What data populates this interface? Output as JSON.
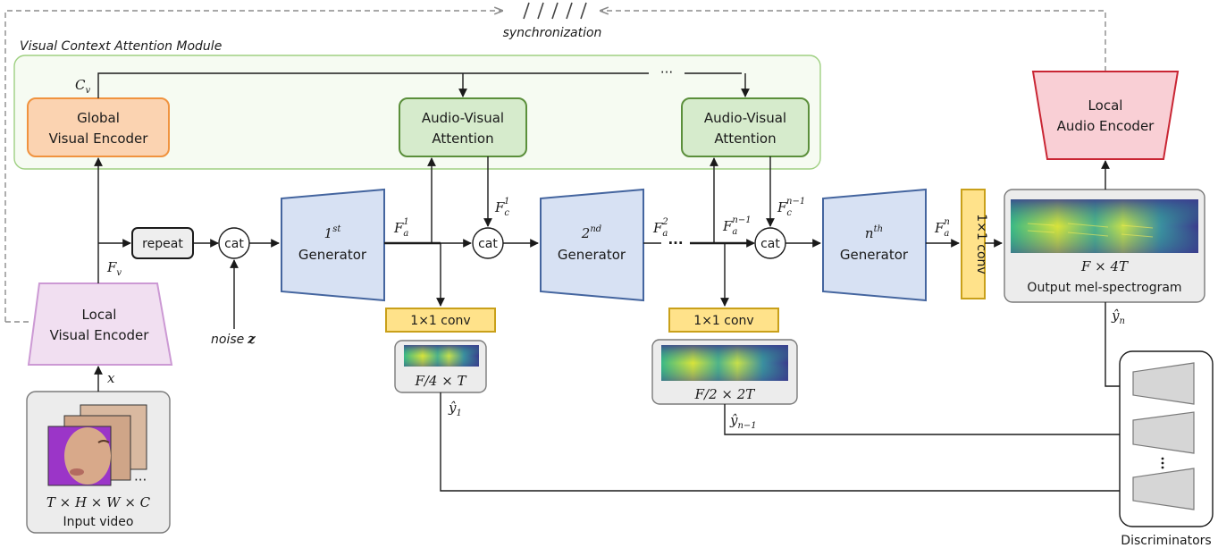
{
  "module_title": "Visual Context Attention Module",
  "sync_label": "synchronization",
  "global_encoder": {
    "line1": "Global",
    "line2": "Visual Encoder"
  },
  "local_visual_encoder": {
    "line1": "Local",
    "line2": "Visual Encoder"
  },
  "local_audio_encoder": {
    "line1": "Local",
    "line2": "Audio Encoder"
  },
  "av_attention": {
    "line1": "Audio-Visual",
    "line2": "Attention"
  },
  "repeat_label": "repeat",
  "cat_label": "cat",
  "conv_label": "1×1 conv",
  "generators": {
    "first": {
      "base": "1",
      "sup": "st",
      "name": "Generator"
    },
    "second": {
      "base": "2",
      "sup": "nd",
      "name": "Generator"
    },
    "nth": {
      "base": "n",
      "sup": "th",
      "name": "Generator"
    }
  },
  "noise": {
    "prefix": "noise",
    "var": "z"
  },
  "symbols": {
    "cv": "C",
    "cv_sub": "v",
    "fv": "F",
    "fv_sub": "v",
    "x": "x",
    "fa": "F",
    "fa_sub": "a",
    "fc": "F",
    "fc_sub": "c",
    "sup_1": "1",
    "sup_2": "2",
    "sup_n1": "n−1",
    "sup_n": "n",
    "y": "ŷ",
    "y_sub_1": "1",
    "y_sub_n1": "n−1",
    "y_sub_n": "n",
    "ellipsis": "···"
  },
  "dims": {
    "small": "F/4 × T",
    "medium": "F/2 × 2T",
    "output": "F × 4T",
    "video": "T × H × W × C"
  },
  "output_label": "Output mel-spectrogram",
  "input_label": "Input video",
  "discriminators_label": "Discriminators",
  "colors": {
    "global_encoder_fill": "#fbd3b1",
    "global_encoder_stroke": "#f0933f",
    "attention_fill": "#d6ebcc",
    "attention_stroke": "#5b8f3b",
    "generator_fill": "#d7e1f3",
    "generator_stroke": "#44659f",
    "local_visual_fill": "#f1dff1",
    "local_visual_stroke": "#cc99d4",
    "audio_encoder_fill": "#f9cfd5",
    "audio_encoder_stroke": "#c92634",
    "conv_fill": "#ffe28a",
    "conv_stroke": "#c9a01a",
    "module_fill": "#f6fbf2",
    "module_stroke": "#9fd082",
    "gray_panel": "#ececec",
    "disc_fill": "#d6d6d6"
  }
}
